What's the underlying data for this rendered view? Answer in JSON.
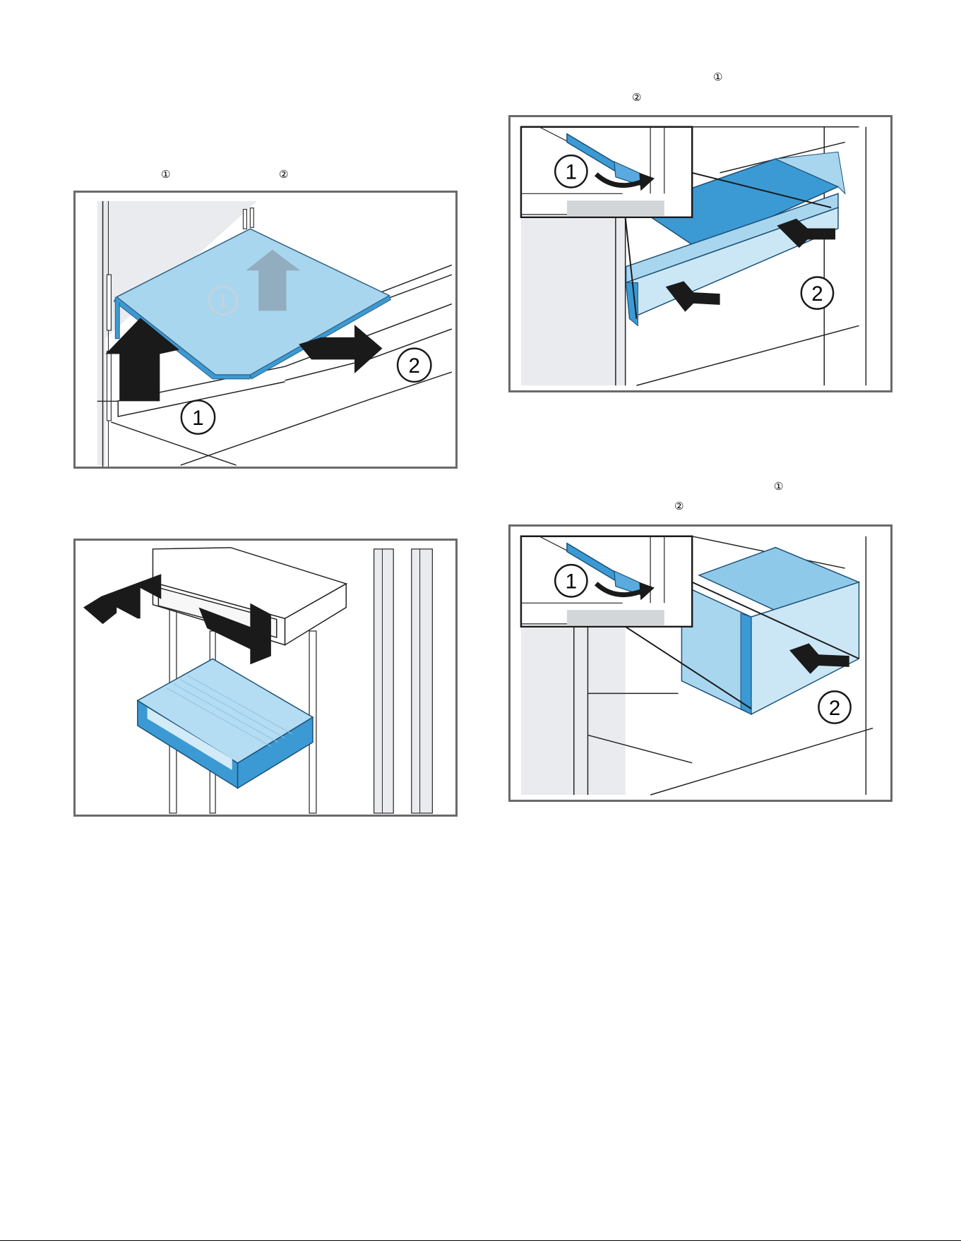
{
  "step_markers": {
    "fig1_step1": "①",
    "fig1_step2": "②",
    "fig3_step1": "①",
    "fig3_step2": "②",
    "fig4_step1": "①",
    "fig4_step2": "②"
  },
  "figures": {
    "shelf_removal": {
      "callout_1": "1",
      "callout_2": "2",
      "faded_callout_1": "1"
    },
    "drawer_removal": {},
    "drawer_latch_removal_a": {
      "callout_1": "1",
      "callout_2": "2"
    },
    "drawer_latch_removal_b": {
      "callout_1": "1",
      "callout_2": "2"
    }
  },
  "colors": {
    "frame_border": "#6a6a6a",
    "component_blue": "#3b9ad4",
    "glass_light_blue": "#a9d6ef",
    "interior_gray": "#e9ebee",
    "arrow_black": "#1a1a1a"
  }
}
